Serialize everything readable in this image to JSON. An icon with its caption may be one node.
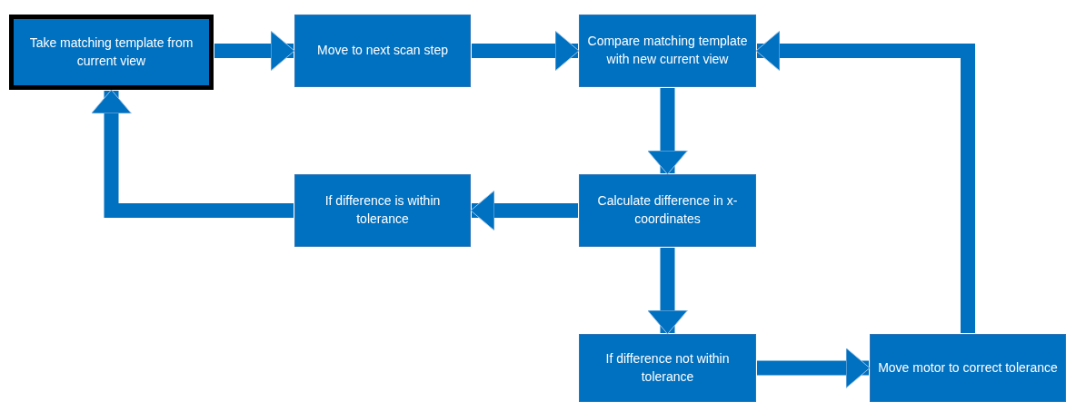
{
  "diagram": {
    "nodes": [
      {
        "text": [
          "Take matching template from current view"
        ]
      },
      {
        "text": [
          "Move to next scan step"
        ]
      },
      {
        "text": [
          "Compare matching template with new current view"
        ]
      },
      {
        "text": [
          "Calculate difference in x-coordinates"
        ]
      },
      {
        "text": [
          "If difference is within tolerance"
        ]
      },
      {
        "text": [
          "If difference not within tolerance"
        ]
      },
      {
        "text": [
          "Move motor to correct tolerance"
        ]
      }
    ],
    "edges": [
      {
        "from": 0,
        "to": 1,
        "arrow": "to"
      },
      {
        "from": 1,
        "to": 2,
        "arrow": "to"
      },
      {
        "from": 2,
        "to": 3,
        "arrow": "to"
      },
      {
        "from": 3,
        "to": 4,
        "arrow": "to"
      },
      {
        "from": 4,
        "to": 0,
        "arrow": "to"
      },
      {
        "from": 3,
        "to": 5,
        "arrow": "to"
      },
      {
        "from": 5,
        "to": 6,
        "arrow": "to"
      },
      {
        "from": 6,
        "to": 2,
        "arrow": "to"
      }
    ]
  }
}
